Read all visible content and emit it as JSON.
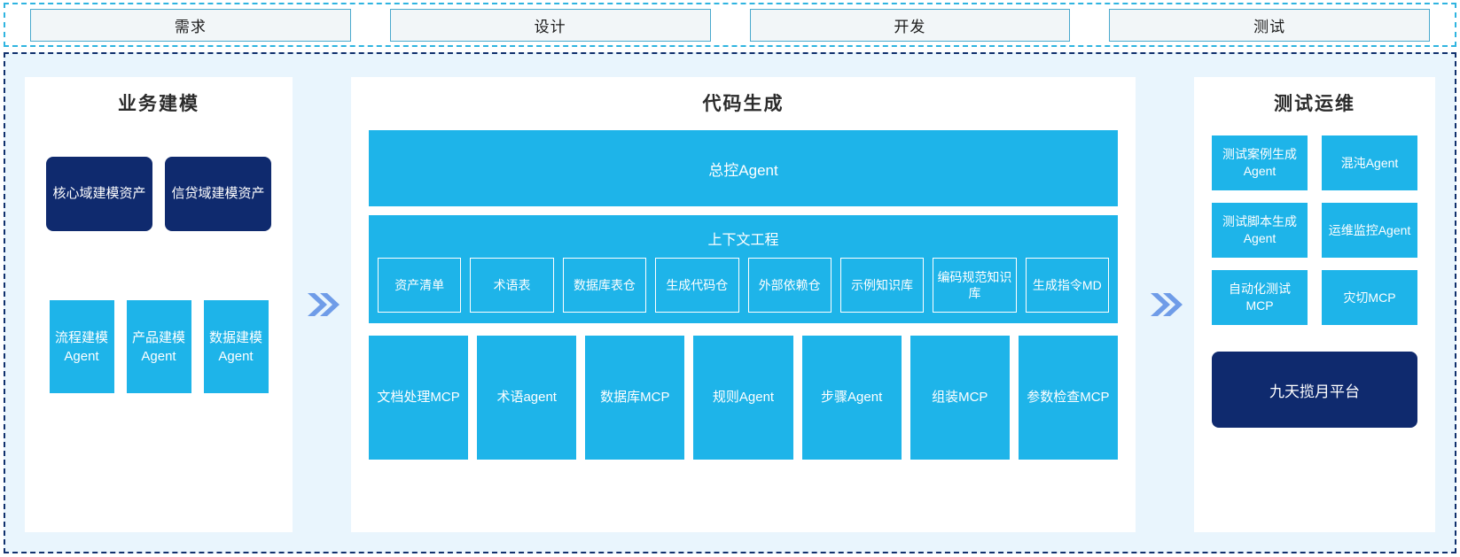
{
  "colors": {
    "cyan": "#1eb4e9",
    "navy": "#0f2a6e",
    "bg_light_blue": "#e9f5fd",
    "arrow_blue": "#6f9ce8",
    "phase_border": "#4aa9cd",
    "outer_dash_top": "#2fb4e0",
    "outer_dash_main": "#10306d"
  },
  "phases": [
    {
      "label": "需求"
    },
    {
      "label": "设计"
    },
    {
      "label": "开发"
    },
    {
      "label": "测试"
    }
  ],
  "arrows": {
    "left_arrow": "double-chevron-right",
    "right_arrow": "double-chevron-right"
  },
  "left_panel": {
    "title": "业务建模",
    "assets": [
      {
        "label": "核心域建模资产"
      },
      {
        "label": "信贷域建模资产"
      }
    ],
    "agents": [
      {
        "label": "流程建模Agent"
      },
      {
        "label": "产品建模Agent"
      },
      {
        "label": "数据建模Agent"
      }
    ]
  },
  "center_panel": {
    "title": "代码生成",
    "master_agent": "总控Agent",
    "context": {
      "title": "上下文工程",
      "items": [
        {
          "label": "资产清单"
        },
        {
          "label": "术语表"
        },
        {
          "label": "数据库表仓"
        },
        {
          "label": "生成代码仓"
        },
        {
          "label": "外部依赖仓"
        },
        {
          "label": "示例知识库"
        },
        {
          "label": "编码规范知识库"
        },
        {
          "label": "生成指令MD"
        }
      ]
    },
    "tools": [
      {
        "label": "文档处理MCP"
      },
      {
        "label": "术语agent"
      },
      {
        "label": "数据库MCP"
      },
      {
        "label": "规则Agent"
      },
      {
        "label": "步骤Agent"
      },
      {
        "label": "组装MCP"
      },
      {
        "label": "参数检查MCP"
      }
    ]
  },
  "right_panel": {
    "title": "测试运维",
    "cards": [
      {
        "label": "测试案例生成Agent"
      },
      {
        "label": "混沌Agent"
      },
      {
        "label": "测试脚本生成Agent"
      },
      {
        "label": "运维监控Agent"
      },
      {
        "label": "自动化测试MCP"
      },
      {
        "label": "灾切MCP"
      }
    ],
    "platform": "九天揽月平台"
  }
}
